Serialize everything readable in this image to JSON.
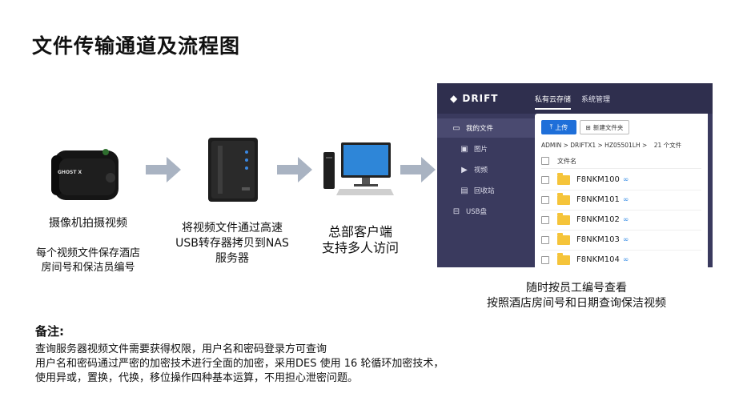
{
  "title": "文件传输通道及流程图",
  "camera": {
    "badge": "GHOST X",
    "caption": "摄像机拍摄视频",
    "subcaption_lines": [
      "每个视频文件保存酒店",
      "房间号和保洁员编号"
    ]
  },
  "nas": {
    "caption_lines": [
      "将视频文件通过高速",
      "USB转存器拷贝到NAS",
      "服务器"
    ]
  },
  "client": {
    "caption_lines": [
      "总部客户端",
      "支持多人访问"
    ]
  },
  "app": {
    "brand": "DRIFT",
    "nav_tabs": [
      "私有云存储",
      "系统管理"
    ],
    "sidebar": [
      {
        "icon": "folder-icon",
        "label": "我的文件"
      },
      {
        "icon": "image-icon",
        "label": "图片"
      },
      {
        "icon": "play-icon",
        "label": "视频"
      },
      {
        "icon": "trash-icon",
        "label": "回收站"
      },
      {
        "icon": "usb-drive-icon",
        "label": "USB盘"
      }
    ],
    "toolbar": {
      "upload_label": "上传",
      "new_folder_label": "新建文件夹"
    },
    "breadcrumb": "ADMIN > DRIFTX1 > HZ05501LH >",
    "item_count": "21 个文件",
    "column_header": "文件名",
    "files": [
      "F8NKM100",
      "F8NKM101",
      "F8NKM102",
      "F8NKM103",
      "F8NKM104"
    ],
    "caption_lines": [
      "随时按员工编号查看",
      "按照酒店房间号和日期查询保洁视频"
    ]
  },
  "notes": {
    "heading": "备注:",
    "lines": [
      "查询服务器视频文件需要获得权限，用户名和密码登录方可查询",
      "用户名和密码通过严密的加密技术进行全面的加密，采用DES 使用 16 轮循环加密技术，",
      "使用异或，置换，代换，移位操作四种基本运算，不用担心泄密问题。"
    ]
  },
  "colors": {
    "arrow": "#a9b3c2",
    "app_dark": "#3a3a5e",
    "upload_blue": "#1e6fd9",
    "folder_yellow": "#f5c43a"
  }
}
